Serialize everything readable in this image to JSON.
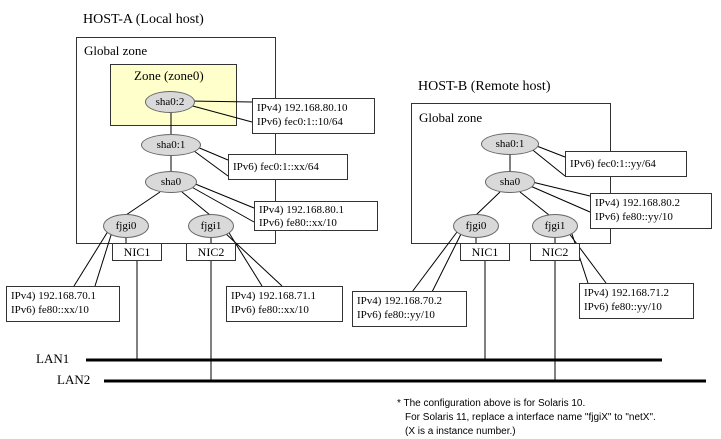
{
  "host_a": {
    "title": "HOST-A (Local host)",
    "global_zone_label": "Global zone",
    "zone_label": "Zone (zone0)",
    "nodes": {
      "sha0_2": "sha0:2",
      "sha0_1": "sha0:1",
      "sha0": "sha0",
      "fjgi0": "fjgi0",
      "fjgi1": "fjgi1"
    },
    "nics": {
      "nic1": "NIC1",
      "nic2": "NIC2"
    },
    "callouts": {
      "sha0_2_line1": "IPv4) 192.168.80.10",
      "sha0_2_line2": "IPv6) fec0:1::10/64",
      "sha0_1_line1": "IPv6) fec0:1::xx/64",
      "sha0_line1": "IPv4) 192.168.80.1",
      "sha0_line2": "IPv6) fe80::xx/10",
      "fjgi0_line1": "IPv4) 192.168.70.1",
      "fjgi0_line2": "IPv6) fe80::xx/10",
      "fjgi1_line1": "IPv4) 192.168.71.1",
      "fjgi1_line2": "IPv6) fe80::xx/10"
    }
  },
  "host_b": {
    "title": "HOST-B (Remote host)",
    "global_zone_label": "Global zone",
    "nodes": {
      "sha0_1": "sha0:1",
      "sha0": "sha0",
      "fjgi0": "fjgi0",
      "fjgi1": "fjgi1"
    },
    "nics": {
      "nic1": "NIC1",
      "nic2": "NIC2"
    },
    "callouts": {
      "sha0_1_line1": "IPv6) fec0:1::yy/64",
      "sha0_line1": "IPv4) 192.168.80.2",
      "sha0_line2": "IPv6) fe80::yy/10",
      "fjgi0_line1": "IPv4) 192.168.70.2",
      "fjgi0_line2": "IPv6) fe80::yy/10",
      "fjgi1_line1": "IPv4) 192.168.71.2",
      "fjgi1_line2": "IPv6) fe80::yy/10"
    }
  },
  "lans": {
    "lan1": "LAN1",
    "lan2": "LAN2"
  },
  "note": {
    "line1": "* The configuration above is for Solaris 10.",
    "line2": "For Solaris 11, replace a interface name \"fjgiX\" to \"netX\".",
    "line3": "(X is a instance number.)"
  }
}
